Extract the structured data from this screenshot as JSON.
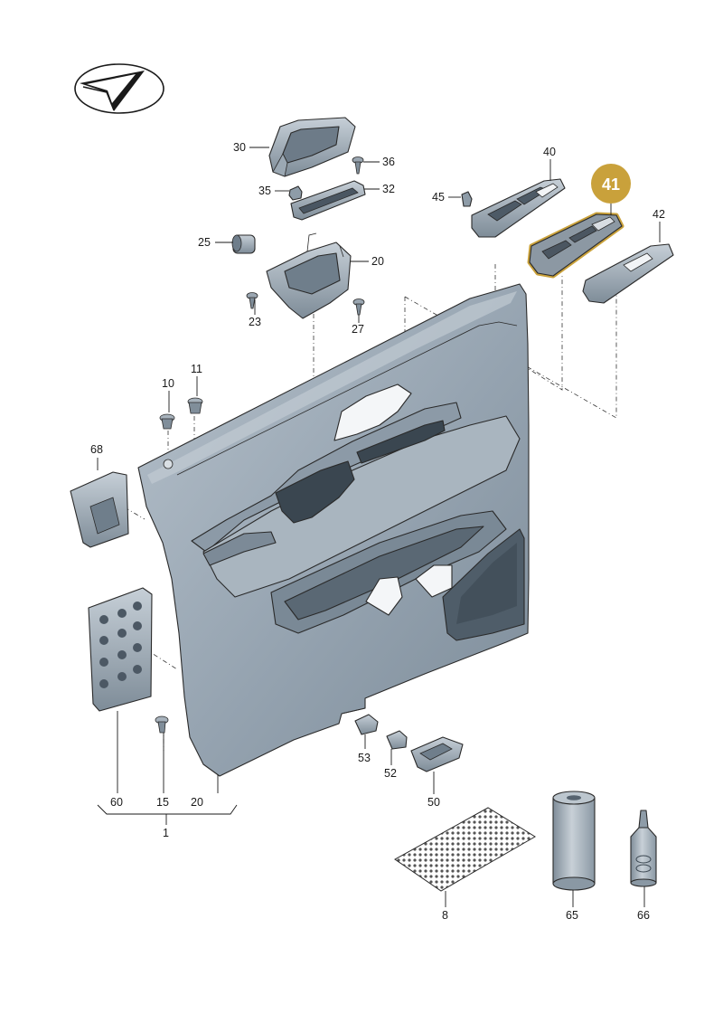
{
  "diagram": {
    "callouts": [
      {
        "id": "c30",
        "text": "30"
      },
      {
        "id": "c36",
        "text": "36"
      },
      {
        "id": "c35",
        "text": "35"
      },
      {
        "id": "c32",
        "text": "32"
      },
      {
        "id": "c25",
        "text": "25"
      },
      {
        "id": "c20a",
        "text": "20"
      },
      {
        "id": "c23",
        "text": "23"
      },
      {
        "id": "c27",
        "text": "27"
      },
      {
        "id": "c40",
        "text": "40"
      },
      {
        "id": "c45",
        "text": "45"
      },
      {
        "id": "c42",
        "text": "42"
      },
      {
        "id": "c10",
        "text": "10"
      },
      {
        "id": "c11",
        "text": "11"
      },
      {
        "id": "c68",
        "text": "68"
      },
      {
        "id": "c53",
        "text": "53"
      },
      {
        "id": "c52",
        "text": "52"
      },
      {
        "id": "c50",
        "text": "50"
      },
      {
        "id": "c60",
        "text": "60"
      },
      {
        "id": "c15",
        "text": "15"
      },
      {
        "id": "c20b",
        "text": "20"
      },
      {
        "id": "c1",
        "text": "1"
      },
      {
        "id": "c8",
        "text": "8"
      },
      {
        "id": "c65",
        "text": "65"
      },
      {
        "id": "c66",
        "text": "66"
      }
    ],
    "highlight": {
      "text": "41",
      "color": "#c9a13b"
    },
    "colors": {
      "panel": "#9aa8b4",
      "panel_dark": "#6f7e8b",
      "panel_light": "#c3ccd4",
      "outline": "#2a2a2a"
    }
  }
}
